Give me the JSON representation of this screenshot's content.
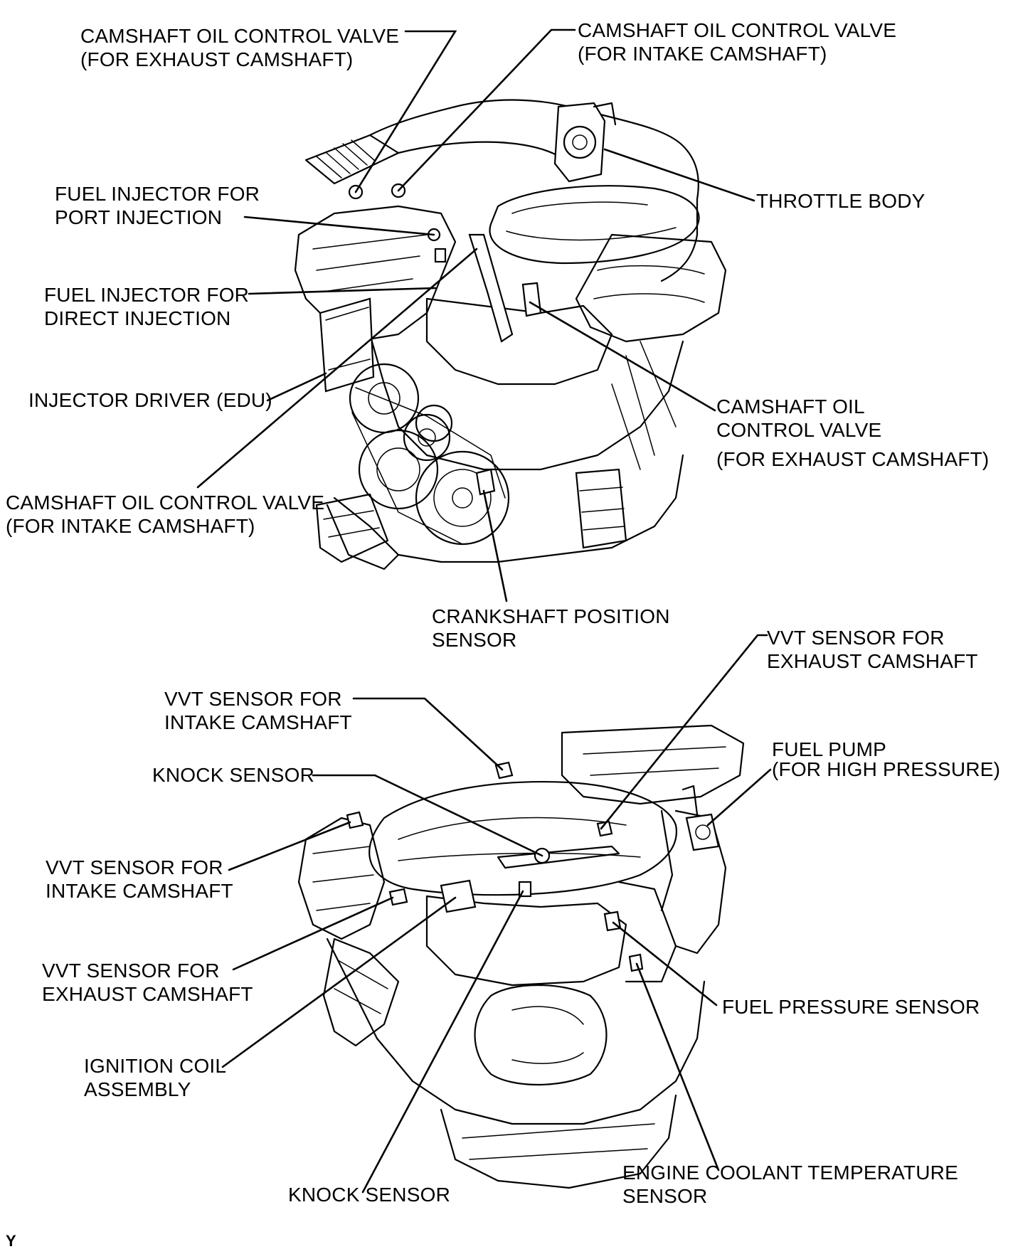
{
  "labels": {
    "top_cam_ocv_exhaust": {
      "line1": "CAMSHAFT OIL CONTROL VALVE",
      "line2": "(FOR EXHAUST CAMSHAFT)"
    },
    "top_cam_ocv_intake": {
      "line1": "CAMSHAFT OIL CONTROL VALVE",
      "line2": "(FOR INTAKE CAMSHAFT)"
    },
    "throttle_body": "THROTTLE BODY",
    "fuel_injector_port": {
      "line1": "FUEL INJECTOR FOR",
      "line2": "PORT INJECTION"
    },
    "fuel_injector_direct": {
      "line1": "FUEL INJECTOR FOR",
      "line2": "DIRECT INJECTION"
    },
    "injector_driver": "INJECTOR DRIVER (EDU)",
    "right_cam_ocv_exhaust": {
      "line1": "CAMSHAFT OIL",
      "line2": "CONTROL VALVE",
      "line3": "(FOR EXHAUST CAMSHAFT)"
    },
    "left_cam_ocv_intake": {
      "line1": "CAMSHAFT OIL CONTROL VALVE",
      "line2": "(FOR INTAKE CAMSHAFT)"
    },
    "crankshaft_sensor": {
      "line1": "CRANKSHAFT POSITION",
      "line2": "SENSOR"
    },
    "vvt_exhaust_top_right": {
      "line1": "VVT SENSOR FOR",
      "line2": "EXHAUST CAMSHAFT"
    },
    "vvt_intake_top": {
      "line1": "VVT SENSOR FOR",
      "line2": "INTAKE CAMSHAFT"
    },
    "knock_sensor_top": "KNOCK SENSOR",
    "fuel_pump": {
      "line1": "FUEL PUMP",
      "line2": "(FOR HIGH PRESSURE)"
    },
    "vvt_intake_left": {
      "line1": "VVT SENSOR FOR",
      "line2": "INTAKE CAMSHAFT"
    },
    "vvt_exhaust_left": {
      "line1": "VVT SENSOR FOR",
      "line2": "EXHAUST CAMSHAFT"
    },
    "fuel_pressure_sensor": "FUEL PRESSURE SENSOR",
    "ignition_coil": {
      "line1": "IGNITION COIL",
      "line2": "ASSEMBLY"
    },
    "knock_sensor_bottom": "KNOCK SENSOR",
    "coolant_temp_sensor": {
      "line1": "ENGINE COOLANT TEMPERATURE",
      "line2": "SENSOR"
    },
    "corner_mark": "Y"
  }
}
